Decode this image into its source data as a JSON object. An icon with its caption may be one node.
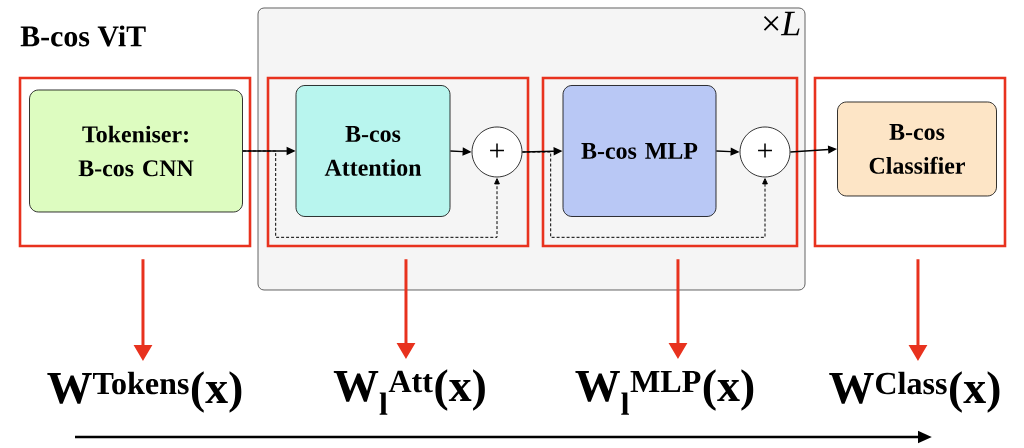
{
  "diagram": {
    "title": "B-cos ViT",
    "nodes": [
      {
        "text": [],
        "shape": "box"
      },
      {
        "text": [
          "Tokeniser: B-cos CNN"
        ],
        "in": 0
      },
      {
        "text": [
          "×*L*"
        ]
      },
      {
        "text": [],
        "shape": "box",
        "in": 2
      },
      {
        "text": [
          "B-cos Attention"
        ],
        "in": 3
      },
      {
        "text": [
          "+"
        ],
        "in": 3
      },
      {
        "text": [],
        "shape": "box",
        "in": 2
      },
      {
        "text": [
          "B-cos MLP"
        ],
        "in": 6
      },
      {
        "text": [
          "+"
        ],
        "in": 6
      },
      {
        "text": [],
        "shape": "box"
      },
      {
        "text": [
          "B-cos Classifier"
        ],
        "in": 9
      },
      {
        "text": [
          "W$^{Tokens}$(x)"
        ]
      },
      {
        "text": [
          "W$_{l}$$^{Att}$(x)"
        ]
      },
      {
        "text": [
          "W$_{l}$$^{MLP}$(x)"
        ]
      },
      {
        "text": [
          "W$^{Class}$(x)"
        ]
      }
    ],
    "edges": [
      {
        "from": 1,
        "to": 4,
        "arrow": "to"
      },
      {
        "from": 4,
        "to": 5,
        "arrow": "to"
      },
      {
        "from": 5,
        "to": 7,
        "arrow": "to"
      },
      {
        "from": 7,
        "to": 8,
        "arrow": "to"
      },
      {
        "from": 8,
        "to": 10,
        "arrow": "to"
      },
      {
        "from": 1,
        "to": 5,
        "arrow": "to",
        "style": "dashed"
      },
      {
        "from": 5,
        "to": 8,
        "arrow": "to",
        "style": "dashed"
      },
      {
        "from": 0,
        "to": 11,
        "arrow": "to",
        "style": "thick",
        "color": "#e8321e"
      },
      {
        "from": 3,
        "to": 12,
        "arrow": "to",
        "style": "thick",
        "color": "#e8321e"
      },
      {
        "from": 6,
        "to": 13,
        "arrow": "to",
        "style": "thick",
        "color": "#e8321e"
      },
      {
        "from": 9,
        "to": 14,
        "arrow": "to",
        "style": "thick",
        "color": "#e8321e"
      }
    ]
  }
}
